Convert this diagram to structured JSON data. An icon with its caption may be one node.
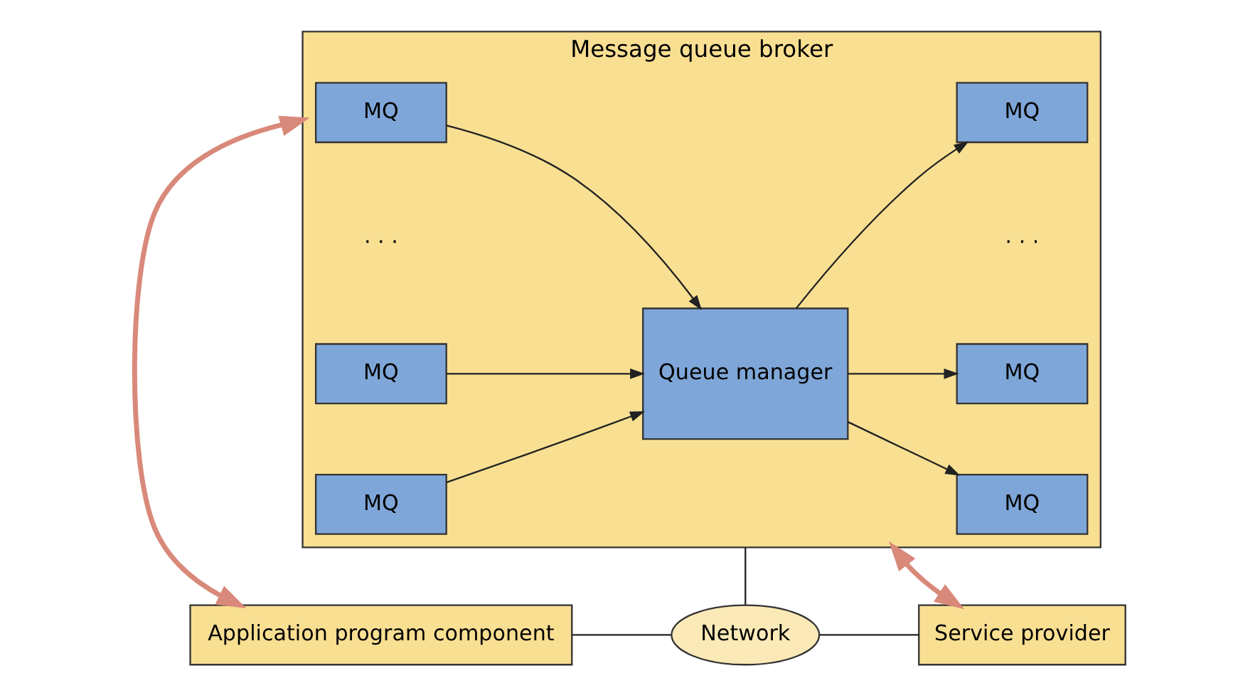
{
  "diagram": {
    "nodes": [
      {
        "text": [
          "Message queue broker"
        ]
      },
      {
        "text": [
          "MQ"
        ],
        "in": 0
      },
      {
        "text": [
          "MQ"
        ],
        "in": 0
      },
      {
        "text": [
          "MQ"
        ],
        "in": 0
      },
      {
        "text": [
          "Queue manager"
        ],
        "in": 0
      },
      {
        "text": [
          "MQ"
        ],
        "in": 0
      },
      {
        "text": [
          "MQ"
        ],
        "in": 0
      },
      {
        "text": [
          "MQ"
        ],
        "in": 0
      },
      {
        "text": [
          "Application program component"
        ]
      },
      {
        "text": [
          "Network"
        ]
      },
      {
        "text": [
          "Service provider"
        ]
      }
    ],
    "edges": [
      {
        "from": 1,
        "to": 4,
        "arrow": "to"
      },
      {
        "from": 2,
        "to": 4,
        "arrow": "to"
      },
      {
        "from": 3,
        "to": 4,
        "arrow": "to"
      },
      {
        "from": 4,
        "to": 5,
        "arrow": "to"
      },
      {
        "from": 4,
        "to": 6,
        "arrow": "to"
      },
      {
        "from": 4,
        "to": 7,
        "arrow": "to"
      },
      {
        "from": 0,
        "to": 8,
        "arrow": "both",
        "style": "thick",
        "color": "#d9897a"
      },
      {
        "from": 0,
        "to": 10,
        "arrow": "both",
        "style": "thick",
        "color": "#d9897a"
      },
      {
        "from": 0,
        "to": 9,
        "arrow": "none"
      },
      {
        "from": 8,
        "to": 9,
        "arrow": "none"
      },
      {
        "from": 9,
        "to": 10,
        "arrow": "none"
      }
    ],
    "labels": [
      "· · ·",
      "· · ·"
    ]
  }
}
